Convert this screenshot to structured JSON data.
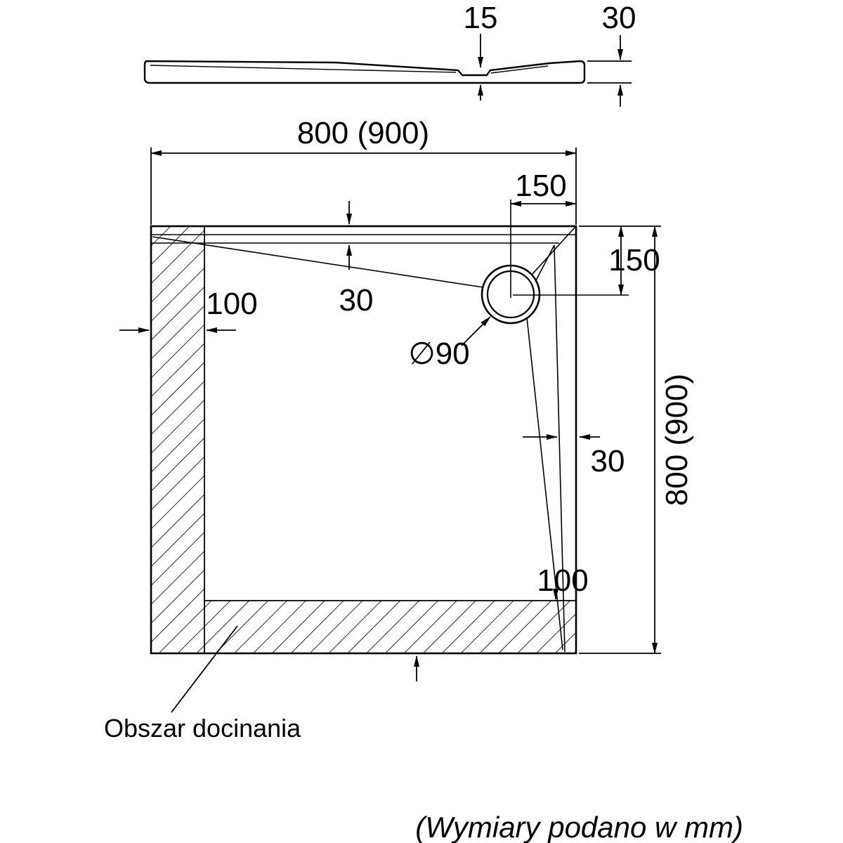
{
  "drawing": {
    "profile": {
      "dim_drain_depth": "15",
      "dim_edge_height": "30"
    },
    "plan": {
      "dim_width": "800 (900)",
      "dim_height": "800 (900)",
      "dim_drain_from_top": "150",
      "dim_drain_from_right": "150",
      "dim_trim_left": "100",
      "dim_trim_bottom": "100",
      "dim_rim_top": "30",
      "dim_rim_right": "30",
      "dim_drain_diameter": "∅90"
    },
    "labels": {
      "trim_area": "Obszar docinania",
      "units_note": "(Wymiary podano w mm)"
    },
    "colors": {
      "line": "#000000",
      "background": "#ffffff"
    }
  }
}
